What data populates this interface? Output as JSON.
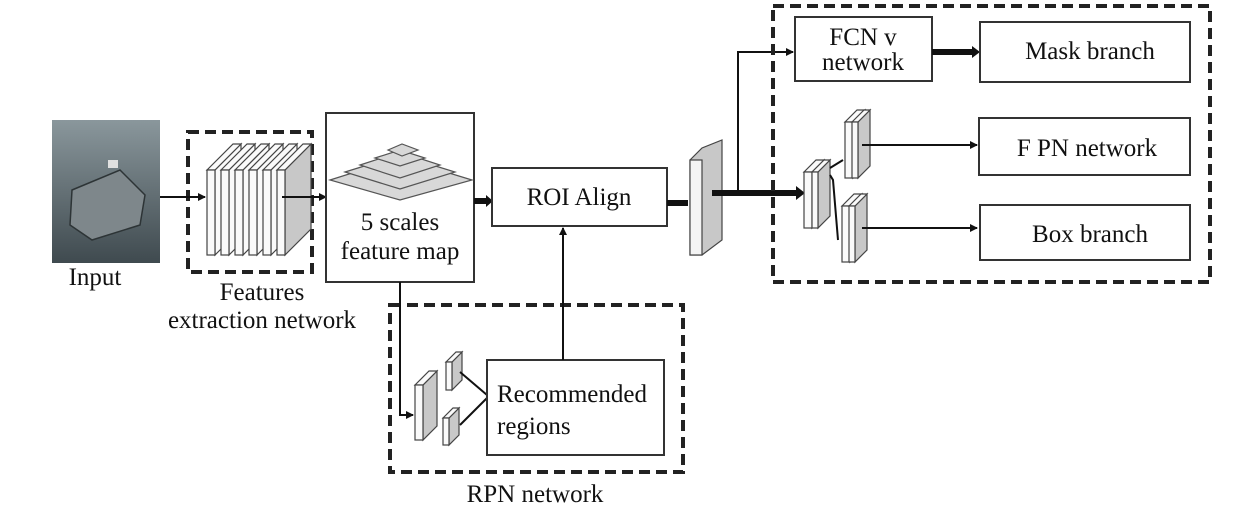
{
  "labels": {
    "input": "Input",
    "features_line1": "Features",
    "features_line2": "extraction network",
    "scales_line1": "5 scales",
    "scales_line2": "feature map",
    "roi_align": "ROI Align",
    "fcn_line1": "FCN v",
    "fcn_line2": "network",
    "mask_branch": "Mask branch",
    "fpn_network": "F PN network",
    "box_branch": "Box branch",
    "recommended_line1": "Recommended",
    "recommended_line2": "regions",
    "rpn_network": "RPN network"
  },
  "colors": {
    "slab_face": "#c8c8c8",
    "image_tone": "#4e5a60",
    "pyramid": "#d8d8d8"
  }
}
